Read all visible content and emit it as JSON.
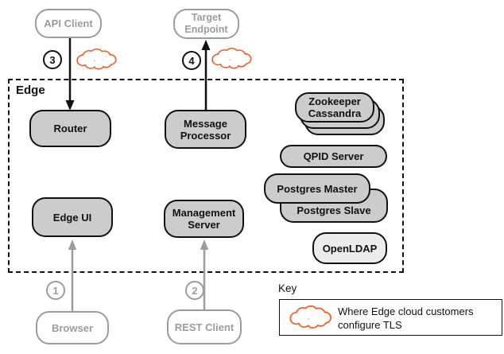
{
  "edge_region": {
    "label": "Edge"
  },
  "external_nodes": {
    "api_client": "API Client",
    "target_endpoint": [
      "Target",
      "Endpoint"
    ],
    "browser": "Browser",
    "rest_client": "REST Client"
  },
  "internal_nodes": {
    "router": "Router",
    "message_processor": [
      "Message",
      "Processor"
    ],
    "edge_ui": "Edge UI",
    "management_server": [
      "Management",
      "Server"
    ],
    "zookeeper": "Zookeeper",
    "cassandra": "Cassandra",
    "qpid_server": "QPID Server",
    "postgres_master": "Postgres Master",
    "postgres_slave": "Postgres Slave",
    "openldap": "OpenLDAP"
  },
  "steps": {
    "s1": "1",
    "s2": "2",
    "s3": "3",
    "s4": "4"
  },
  "key": {
    "title": "Key",
    "description_line1": "Where Edge cloud customers",
    "description_line2": "configure TLS"
  },
  "colors": {
    "cloud_outline": "#e8632c",
    "node_fill": "#cccccc",
    "openldap_fill": "#ececec",
    "external_gray": "#9c9c9c",
    "border_black": "#111111"
  }
}
